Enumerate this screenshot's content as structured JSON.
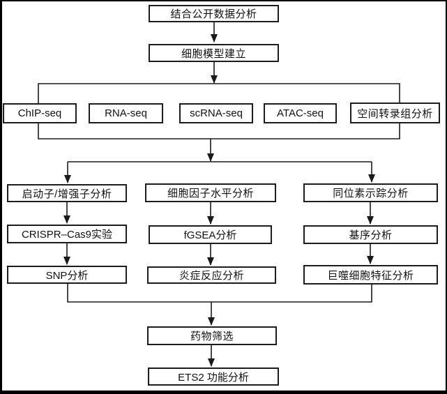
{
  "title": "ETS2 research workflow flowchart",
  "colors": {
    "background": "#ffffff",
    "frame": "#000000",
    "box_fill": "#ffffff",
    "box_border": "#1c1c1c",
    "line": "#1a1a1a",
    "text": "#111111"
  },
  "nodes": {
    "top1": {
      "label": "结合公开数据分析"
    },
    "top2": {
      "label": "细胞模型建立"
    },
    "seq1": {
      "label": "ChIP-seq"
    },
    "seq2": {
      "label": "RNA-seq"
    },
    "seq3": {
      "label": "scRNA-seq"
    },
    "seq4": {
      "label": "ATAC-seq"
    },
    "seq5": {
      "label": "空间转录组分析"
    },
    "left1": {
      "label": "启动子/增强子分析"
    },
    "left2": {
      "label": "CRISPR–Cas9实验"
    },
    "left3": {
      "label": "SNP分析"
    },
    "mid1": {
      "label": "细胞因子水平分析"
    },
    "mid2": {
      "label": "fGSEA分析"
    },
    "mid3": {
      "label": "炎症反应分析"
    },
    "right1": {
      "label": "同位素示踪分析"
    },
    "right2": {
      "label": "基序分析"
    },
    "right3": {
      "label": "巨噬细胞特征分析"
    },
    "bottom1": {
      "label": "药物筛选"
    },
    "bottom2": {
      "label": "ETS2 功能分析"
    }
  },
  "edges": [
    {
      "from": "top1",
      "to": "top2",
      "arrow": true
    },
    {
      "from": "top2",
      "to": "seq_row_bracket",
      "arrow": true
    },
    {
      "from": "seq_row_bracket",
      "to": "seq1",
      "arrow": false
    },
    {
      "from": "seq_row_bracket",
      "to": "seq5",
      "arrow": false
    },
    {
      "from": "seq1",
      "to": "merge_bracket_1",
      "arrow": false
    },
    {
      "from": "seq5",
      "to": "merge_bracket_1",
      "arrow": false
    },
    {
      "from": "merge_bracket_1",
      "to": "column_bracket",
      "arrow": true
    },
    {
      "from": "column_bracket",
      "to": "left1",
      "arrow": true
    },
    {
      "from": "column_bracket",
      "to": "right1",
      "arrow": true
    },
    {
      "from": "left1",
      "to": "left2",
      "arrow": true
    },
    {
      "from": "left2",
      "to": "left3",
      "arrow": true
    },
    {
      "from": "mid1",
      "to": "mid2",
      "arrow": true
    },
    {
      "from": "mid2",
      "to": "mid3",
      "arrow": true
    },
    {
      "from": "right1",
      "to": "right2",
      "arrow": true
    },
    {
      "from": "right2",
      "to": "right3",
      "arrow": true
    },
    {
      "from": "left3",
      "to": "merge_bracket_2",
      "arrow": false
    },
    {
      "from": "right3",
      "to": "merge_bracket_2",
      "arrow": false
    },
    {
      "from": "merge_bracket_2",
      "to": "bottom1",
      "arrow": true
    },
    {
      "from": "bottom1",
      "to": "bottom2",
      "arrow": true
    }
  ]
}
